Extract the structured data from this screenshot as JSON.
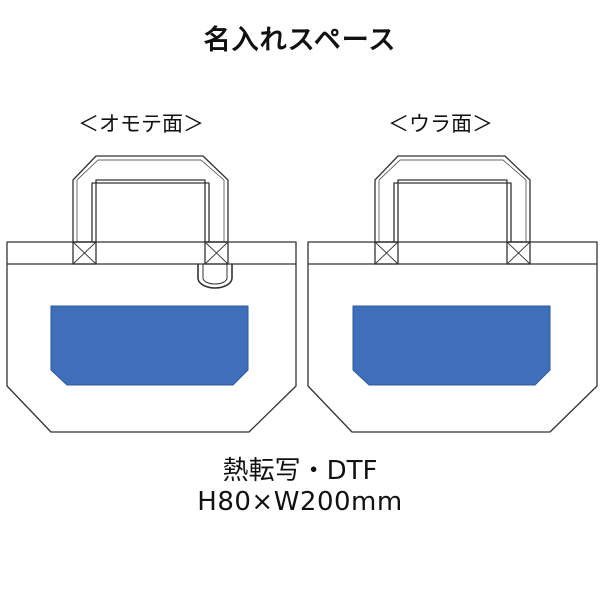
{
  "title": "名入れスペース",
  "labels": {
    "front": "＜オモテ面＞",
    "back": "＜ウラ面＞"
  },
  "print_method": "熱転写・DTF",
  "print_size": "H80×W200mm",
  "colors": {
    "print_area": "#3f6fb8",
    "outline": "#333333",
    "background": "#ffffff"
  }
}
